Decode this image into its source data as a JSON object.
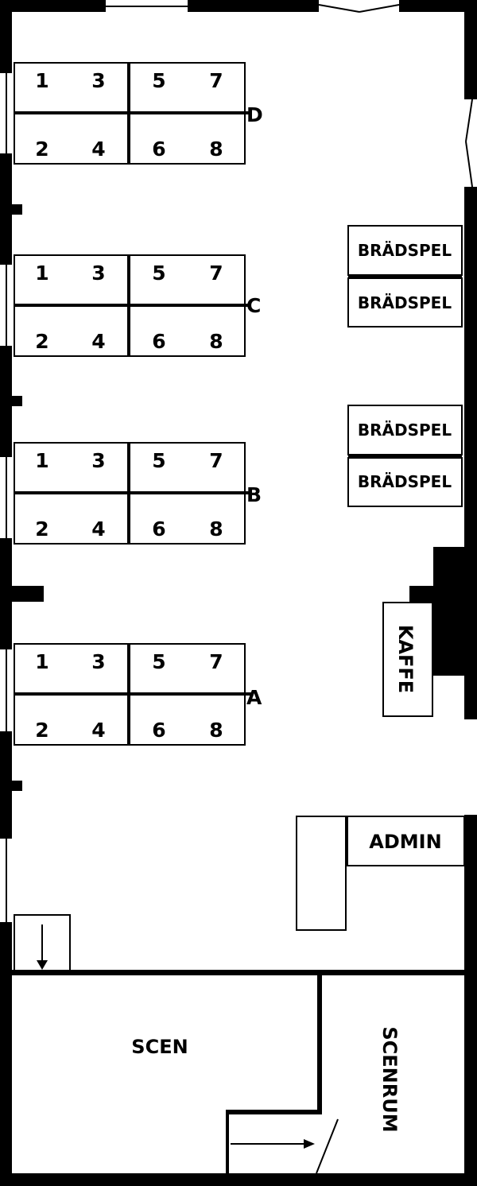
{
  "rows": [
    {
      "label": "D",
      "seats_top": [
        "1",
        "3",
        "5",
        "7"
      ],
      "seats_bottom": [
        "2",
        "4",
        "6",
        "8"
      ]
    },
    {
      "label": "C",
      "seats_top": [
        "1",
        "3",
        "5",
        "7"
      ],
      "seats_bottom": [
        "2",
        "4",
        "6",
        "8"
      ]
    },
    {
      "label": "B",
      "seats_top": [
        "1",
        "3",
        "5",
        "7"
      ],
      "seats_bottom": [
        "2",
        "4",
        "6",
        "8"
      ]
    },
    {
      "label": "A",
      "seats_top": [
        "1",
        "3",
        "5",
        "7"
      ],
      "seats_bottom": [
        "2",
        "4",
        "6",
        "8"
      ]
    }
  ],
  "boardgames": [
    "BRÄDSPEL",
    "BRÄDSPEL",
    "BRÄDSPEL",
    "BRÄDSPEL"
  ],
  "coffee": "KAFFE",
  "admin": "ADMIN",
  "stage": "SCEN",
  "stage_room": "SCENRUM",
  "colors": {
    "ink": "#000000",
    "paper": "#ffffff"
  }
}
